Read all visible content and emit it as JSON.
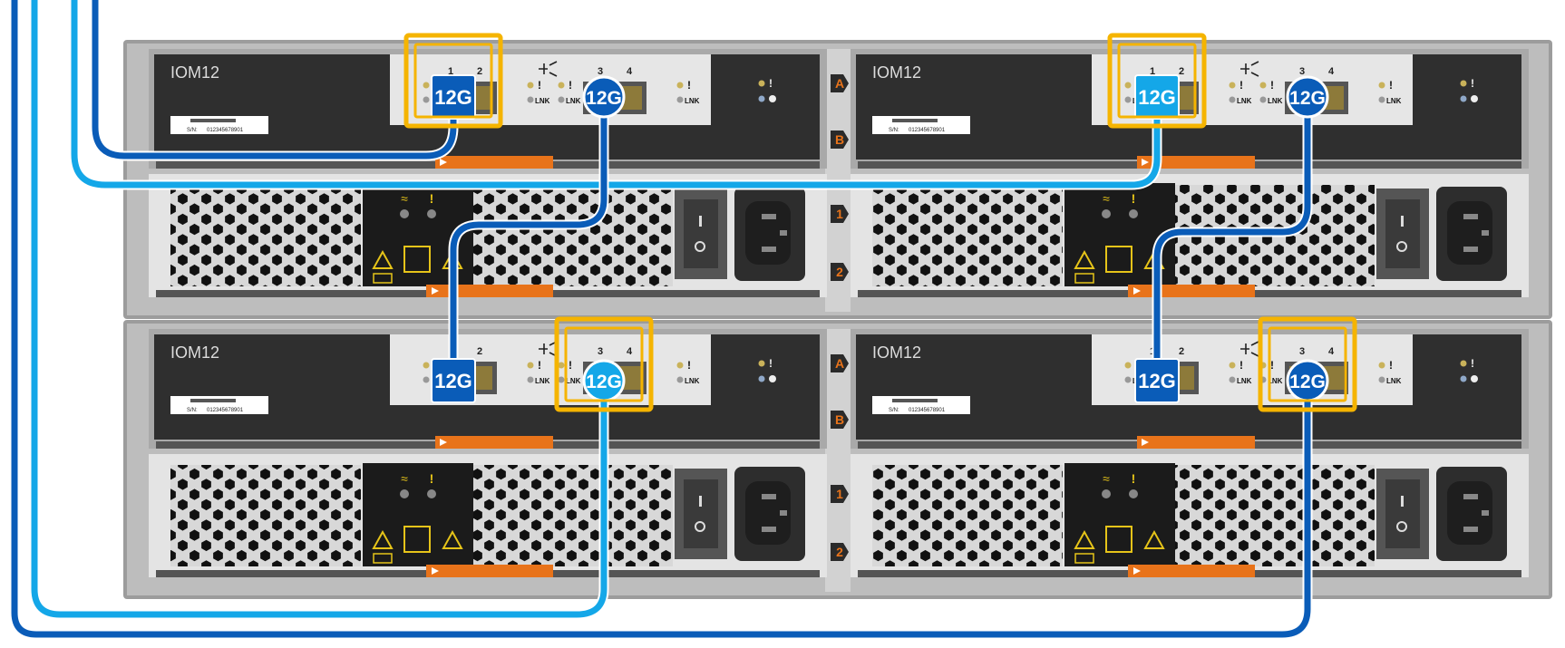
{
  "colors": {
    "cable_dark": "#0a5cb8",
    "cable_light": "#14a7e8",
    "highlight": "#f5b400",
    "accent_orange": "#e8731a",
    "chassis": "#bdbdbd",
    "module_dark": "#2f2f2f",
    "port_panel": "#e6e6e6"
  },
  "module_label": "IOM12",
  "sn_label": "S/N:",
  "sn_value": "012345678901",
  "port_labels": {
    "p1": "1",
    "p2": "2",
    "p3": "3",
    "p4": "4",
    "lnk": "LNK",
    "attention": "!",
    "twelve_g": "12G"
  },
  "bay_labels": {
    "a": "A",
    "b": "B",
    "psu1": "1",
    "psu2": "2"
  },
  "psu_labels": {
    "power_symbol": "≈",
    "fault_symbol": "!"
  },
  "icons": [
    "sas-port-icon",
    "warning-triangle-icon",
    "electrical-hazard-icon",
    "manual-icon",
    "switch-icon",
    "ac-inlet-icon",
    "network-icon",
    "locate-icon"
  ]
}
